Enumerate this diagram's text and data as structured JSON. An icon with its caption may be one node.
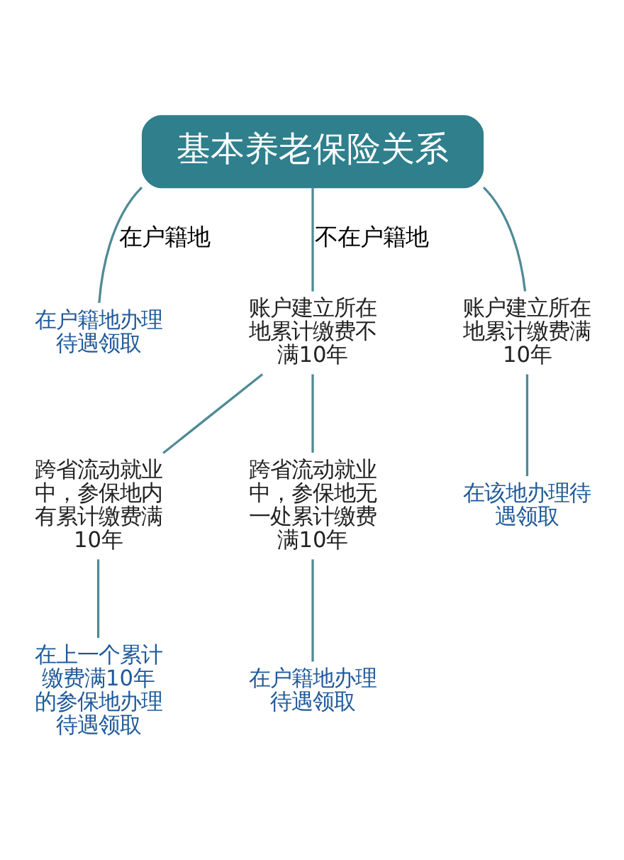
{
  "diagram": {
    "nodes": [
      {
        "text": [
          "基本养老保险关系"
        ]
      },
      {
        "text": [
          "在户籍地办理待遇领取"
        ]
      },
      {
        "text": [
          "账户建立所在地累计缴费不满10年"
        ]
      },
      {
        "text": [
          "账户建立所在地累计缴费满10年"
        ]
      },
      {
        "text": [
          "在该地办理待遇领取"
        ]
      },
      {
        "text": [
          "跨省流动就业中，参保地内有累计缴费满10年"
        ]
      },
      {
        "text": [
          "跨省流动就业中，参保地无一处累计缴费满10年"
        ]
      },
      {
        "text": [
          "在上一个累计缴费满10年的参保地办理待遇领取"
        ]
      },
      {
        "text": [
          "在户籍地办理待遇领取"
        ]
      }
    ],
    "edges": [
      {
        "from": 0,
        "to": 1,
        "arrow": "none",
        "label": "在户籍地"
      },
      {
        "from": 0,
        "to": 2,
        "arrow": "none",
        "label": "不在户籍地"
      },
      {
        "from": 0,
        "to": 3,
        "arrow": "none"
      },
      {
        "from": 2,
        "to": 5,
        "arrow": "none"
      },
      {
        "from": 2,
        "to": 6,
        "arrow": "none"
      },
      {
        "from": 3,
        "to": 4,
        "arrow": "none"
      },
      {
        "from": 5,
        "to": 7,
        "arrow": "none"
      },
      {
        "from": 6,
        "to": 8,
        "arrow": "none"
      }
    ]
  }
}
